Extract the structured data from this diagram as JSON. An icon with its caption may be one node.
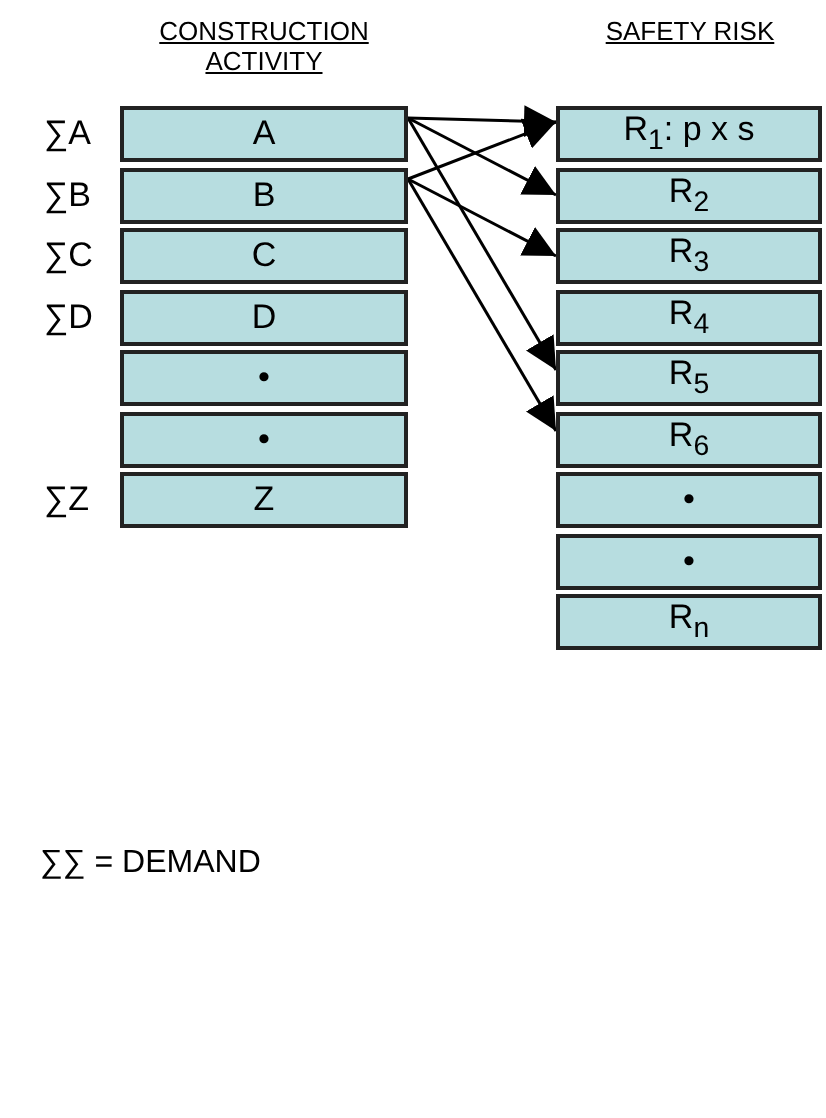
{
  "diagram": {
    "nodes": [
      {
        "text": [
          "A"
        ],
        "beside": [
          "∑A"
        ]
      },
      {
        "text": [
          "B"
        ],
        "beside": [
          "∑B"
        ]
      },
      {
        "text": [
          "C"
        ],
        "beside": [
          "∑C"
        ]
      },
      {
        "text": [
          "D"
        ],
        "beside": [
          "∑D"
        ]
      },
      {
        "text": [
          "•"
        ]
      },
      {
        "text": [
          "•"
        ]
      },
      {
        "text": [
          "Z"
        ],
        "beside": [
          "∑Z"
        ]
      },
      {
        "text": [
          "R$_{1}$: p x s"
        ]
      },
      {
        "text": [
          "R$_{2}$"
        ]
      },
      {
        "text": [
          "R$_{3}$"
        ]
      },
      {
        "text": [
          "R$_{4}$"
        ]
      },
      {
        "text": [
          "R$_{5}$"
        ]
      },
      {
        "text": [
          "R$_{6}$"
        ]
      },
      {
        "text": [
          "•"
        ]
      },
      {
        "text": [
          "•"
        ]
      },
      {
        "text": [
          "R$_{n}$"
        ]
      }
    ],
    "edges": [
      {
        "from": 0,
        "to": 7,
        "arrow": "to"
      },
      {
        "from": 0,
        "to": 8,
        "arrow": "to"
      },
      {
        "from": 0,
        "to": 11,
        "arrow": "to"
      },
      {
        "from": 1,
        "to": 7,
        "arrow": "to"
      },
      {
        "from": 1,
        "to": 9,
        "arrow": "to"
      },
      {
        "from": 1,
        "to": 12,
        "arrow": "to"
      }
    ],
    "labels": [
      "CONSTRUCTION ACTIVITY",
      "SAFETY RISK",
      "∑∑ = DEMAND"
    ]
  }
}
